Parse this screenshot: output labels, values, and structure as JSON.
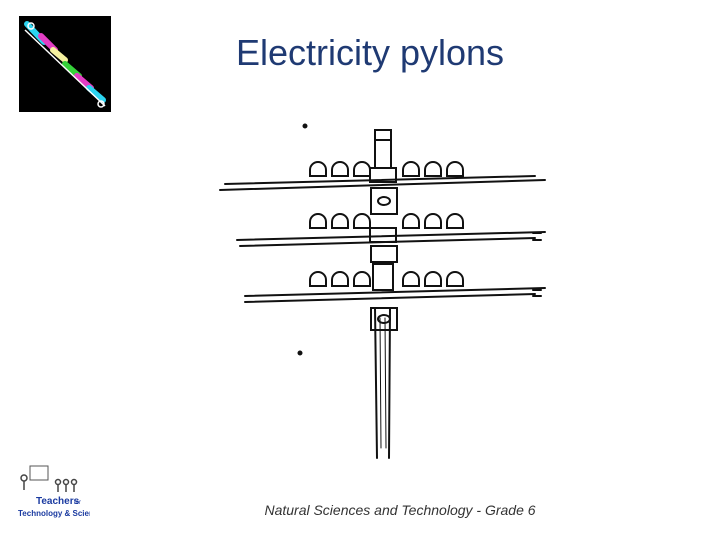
{
  "slide": {
    "title": "Electricity pylons",
    "footer": "Natural Sciences and Technology - Grade 6"
  },
  "logo_bottom": {
    "line1": "Teachers",
    "line2": "for",
    "line3": "Technology & Science"
  },
  "colors": {
    "title": "#1f3a73",
    "logo_bg": "#000000",
    "logo_text": "#1a3aa0"
  },
  "icons": [
    "electrode-logo-icon",
    "pylon-drawing",
    "teachers-logo-icon"
  ]
}
